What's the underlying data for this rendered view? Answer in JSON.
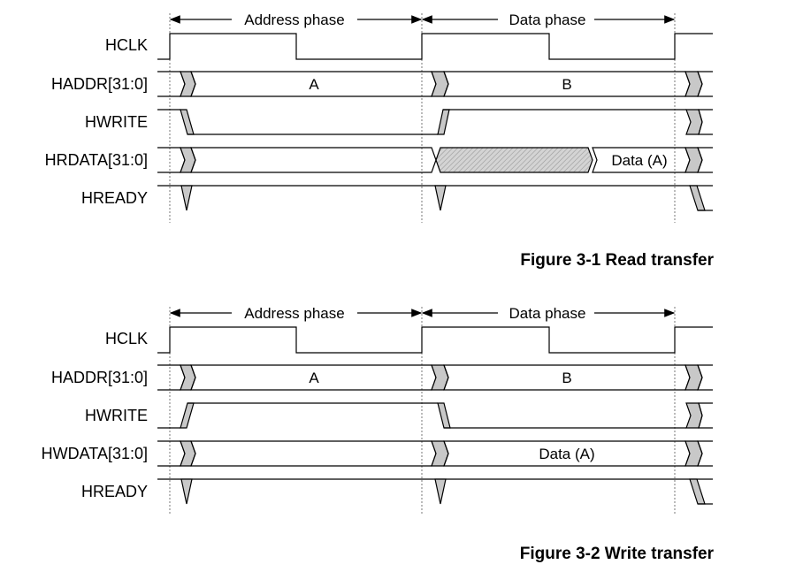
{
  "figures": [
    {
      "caption": "Figure 3-1 Read transfer",
      "address_phase": "Address phase",
      "data_phase": "Data phase",
      "signals": [
        "HCLK",
        "HADDR[31:0]",
        "HWRITE",
        "HRDATA[31:0]",
        "HREADY"
      ],
      "addr_values": [
        "A",
        "B"
      ],
      "data_value": "Data (A)"
    },
    {
      "caption": "Figure 3-2 Write transfer",
      "address_phase": "Address phase",
      "data_phase": "Data phase",
      "signals": [
        "HCLK",
        "HADDR[31:0]",
        "HWRITE",
        "HWDATA[31:0]",
        "HREADY"
      ],
      "addr_values": [
        "A",
        "B"
      ],
      "data_value": "Data (A)"
    }
  ],
  "colors": {
    "hatch_fill": "#c8c8c8",
    "line": "#000000",
    "guide": "#777777"
  }
}
